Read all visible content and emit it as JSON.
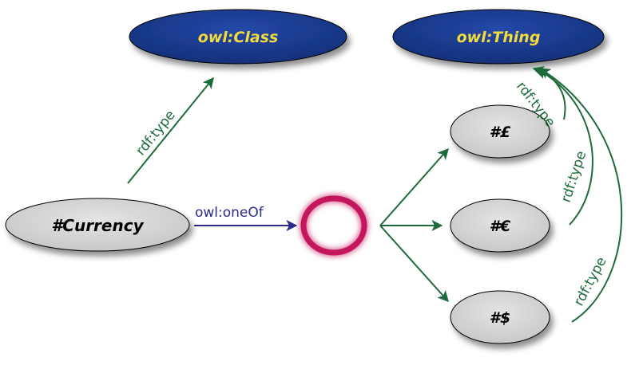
{
  "nodes": {
    "owl_class": {
      "label": "owl:Class"
    },
    "owl_thing": {
      "label": "owl:Thing"
    },
    "currency": {
      "label": "#Currency"
    },
    "pound": {
      "label": "#£"
    },
    "euro": {
      "label": "#€"
    },
    "dollar": {
      "label": "#$"
    }
  },
  "edges": {
    "currency_type": {
      "label": "rdf:type"
    },
    "one_of": {
      "label": "owl:oneOf"
    },
    "pound_type": {
      "label": "rdf:type"
    },
    "euro_type": {
      "label": "rdf:type"
    },
    "dollar_type": {
      "label": "rdf:type"
    }
  },
  "colors": {
    "class_fill": "#1a3a8c",
    "class_text": "#f2dc3a",
    "instance_fill": "#d3d3d3",
    "edge_green": "#1d6b3a",
    "edge_blue": "#2a2a8c",
    "list_ring": "#c4185c"
  }
}
